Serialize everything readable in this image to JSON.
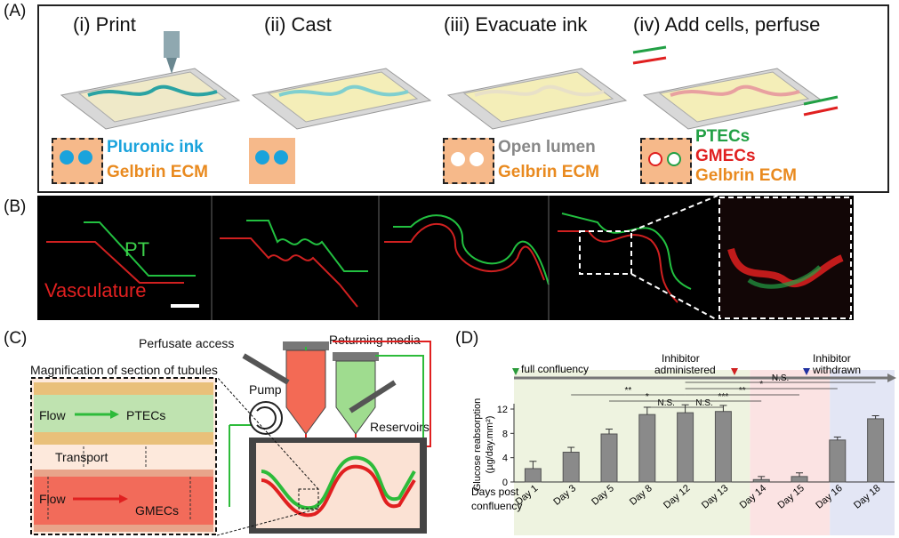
{
  "panel_a": {
    "label": "(A)",
    "steps": [
      "(i) Print",
      "(ii) Cast",
      "(iii) Evacuate ink",
      "(iv) Add cells, perfuse"
    ],
    "legend": {
      "pluronic": "Pluronic ink",
      "gelbrin": "Gelbrin ECM",
      "open_lumen": "Open lumen",
      "ptecs": "PTECs",
      "gmecs": "GMECs"
    },
    "colors": {
      "pluronic": "#1aa3dc",
      "gelbrin": "#e98a1f",
      "lumen": "#888888",
      "ptec": "#22a045",
      "gmec": "#e02020",
      "ecm_fill": "#f6b98a"
    }
  },
  "panel_b": {
    "label": "(B)",
    "pt": "PT",
    "vasculature": "Vasculature"
  },
  "panel_c": {
    "label": "(C)",
    "perfusate_access": "Perfusate access",
    "returning_media": "Returning media",
    "magnification": "Magnification of section of tubules",
    "pump": "Pump",
    "flow_top": "Flow",
    "ptecs": "PTECs",
    "transport": "Transport",
    "flow_bottom": "Flow",
    "gmecs": "GMECs",
    "reservoirs": "Reservoirs"
  },
  "panel_d": {
    "label": "(D)",
    "full_confluency": "full confluency",
    "inhibitor_administered_1": "Inhibitor",
    "inhibitor_administered_2": "administered",
    "inhibitor_withdrawn_1": "Inhibitor",
    "inhibitor_withdrawn_2": "withdrawn",
    "days_post_1": "Days post",
    "days_post_2": "confluency",
    "sig": {
      "s1": "**",
      "s2": "*",
      "s3": "N.S.",
      "s4": "N.S.",
      "s5": "***",
      "s6": "**",
      "s7": "*",
      "s8": "N.S."
    }
  },
  "chart_data": {
    "type": "bar",
    "categories": [
      "Day 1",
      "Day 3",
      "Day 5",
      "Day 8",
      "Day 12",
      "Day 13",
      "Day 14",
      "Day 15",
      "Day 16",
      "Day 18"
    ],
    "values": [
      2.2,
      4.9,
      7.9,
      11.1,
      11.4,
      11.6,
      0.4,
      0.9,
      6.9,
      10.4
    ],
    "errors": [
      1.2,
      0.8,
      0.8,
      1.2,
      1.3,
      1.0,
      0.5,
      0.6,
      0.5,
      0.5
    ],
    "ylabel_1": "Glucose reabsorption",
    "ylabel_2": "(µg/day.mm²)",
    "yticks": [
      "0",
      "4",
      "8",
      "12"
    ],
    "ylim": [
      0,
      12
    ],
    "band_colors": [
      "#eef3e0",
      "#fbe3e3",
      "#e3e6f5"
    ],
    "bar_color": "#8a8a8a"
  }
}
